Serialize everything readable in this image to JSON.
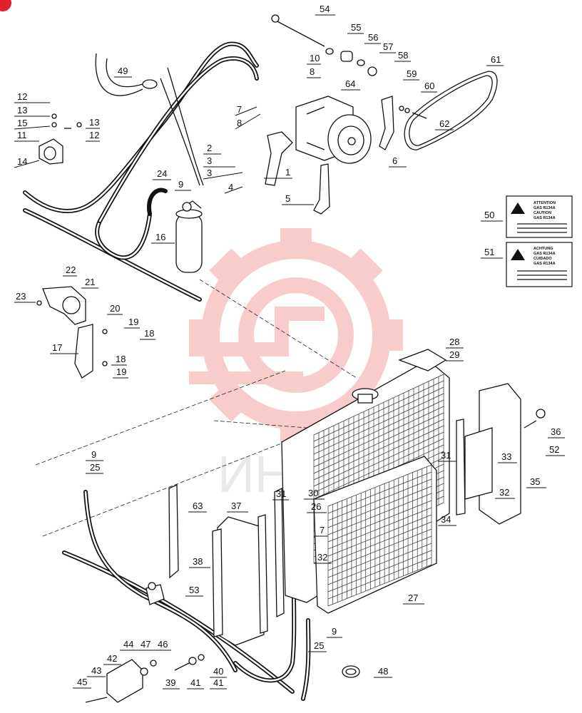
{
  "watermark": {
    "text": "ИНП",
    "color": "#f06a6a"
  },
  "corner_badge": {
    "color": "#e0202a"
  },
  "warning_labels": [
    {
      "id": "50",
      "lines": [
        "ATTENTION",
        "GAS R134A",
        "CAUTION",
        "GAS R134A"
      ]
    },
    {
      "id": "51",
      "lines": [
        "ACHTUNG",
        "GAS R134A",
        "CUIDADO",
        "GAS R134A"
      ]
    }
  ],
  "callouts": [
    "1",
    "2",
    "3",
    "3",
    "4",
    "5",
    "6",
    "7",
    "7",
    "8",
    "8",
    "9",
    "9",
    "9",
    "10",
    "11",
    "12",
    "12",
    "13",
    "13",
    "14",
    "15",
    "16",
    "17",
    "18",
    "18",
    "19",
    "19",
    "20",
    "21",
    "22",
    "23",
    "24",
    "25",
    "25",
    "26",
    "27",
    "28",
    "29",
    "30",
    "31",
    "31",
    "32",
    "32",
    "33",
    "34",
    "35",
    "36",
    "37",
    "38",
    "39",
    "40",
    "41",
    "41",
    "42",
    "43",
    "44",
    "45",
    "46",
    "47",
    "48",
    "49",
    "50",
    "51",
    "52",
    "53",
    "54",
    "55",
    "56",
    "57",
    "58",
    "59",
    "60",
    "61",
    "62",
    "63",
    "64"
  ]
}
